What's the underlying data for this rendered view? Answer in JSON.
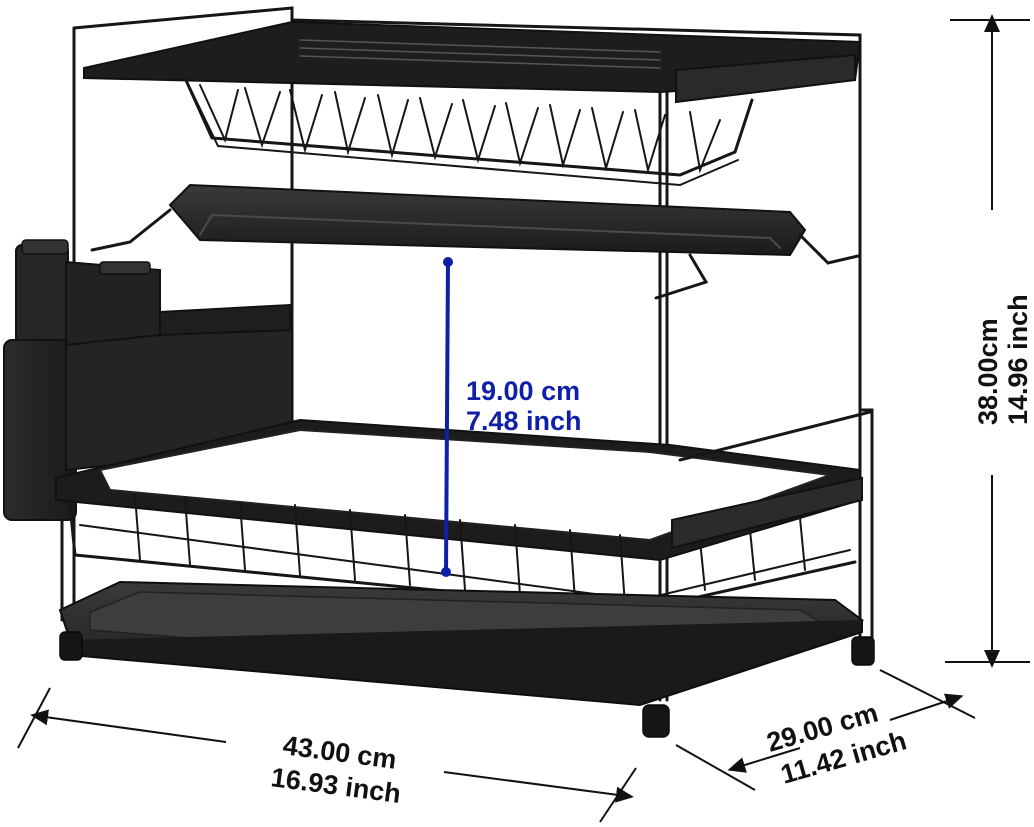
{
  "colors": {
    "background": "#ffffff",
    "rack": "#1a1a1a",
    "tray": "#2a2a2a",
    "dimension_line": "#111111",
    "accent_blue": "#0f1fa8"
  },
  "dimensions": {
    "width": {
      "metric": "43.00 cm",
      "imperial": "16.93 inch"
    },
    "depth": {
      "metric": "29.00 cm",
      "imperial": "11.42 inch"
    },
    "height": {
      "metric": "38.00cm",
      "imperial": "14.96 inch"
    },
    "tier_gap": {
      "metric": "19.00 cm",
      "imperial": "7.48 inch"
    }
  },
  "product": {
    "description_icon": "dish-rack-photo",
    "components": [
      "upper-dish-rack",
      "middle-drip-tray",
      "utensil-holder",
      "lower-dish-rack",
      "bottom-drip-tray"
    ]
  }
}
